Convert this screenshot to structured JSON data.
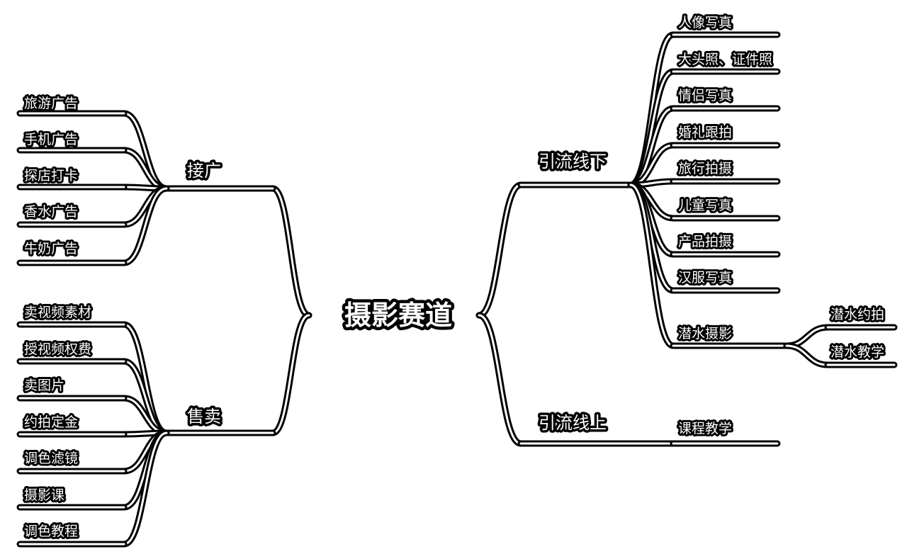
{
  "root": {
    "text": "摄影赛道"
  },
  "branches": [
    {
      "id": "jieguang",
      "text": "接广",
      "side": "left",
      "children": [
        {
          "text": "旅游广告"
        },
        {
          "text": "手机广告"
        },
        {
          "text": "探店打卡"
        },
        {
          "text": "香水广告"
        },
        {
          "text": "牛奶广告"
        }
      ]
    },
    {
      "id": "shoumai",
      "text": "售卖",
      "side": "left",
      "children": [
        {
          "text": "卖视频素材"
        },
        {
          "text": "授视频权费"
        },
        {
          "text": "卖图片"
        },
        {
          "text": "约拍定金"
        },
        {
          "text": "调色滤镜"
        },
        {
          "text": "摄影课"
        },
        {
          "text": "调色教程"
        }
      ]
    },
    {
      "id": "xianxia",
      "text": "引流线下",
      "side": "right",
      "children": [
        {
          "text": "人像写真"
        },
        {
          "text": "大头照、证件照"
        },
        {
          "text": "情侣写真"
        },
        {
          "text": "婚礼跟拍"
        },
        {
          "text": "旅行拍摄"
        },
        {
          "text": "儿童写真"
        },
        {
          "text": "产品拍摄"
        },
        {
          "text": "汉服写真"
        },
        {
          "text": "潜水摄影",
          "children": [
            {
              "text": "潜水约拍"
            },
            {
              "text": "潜水教学"
            }
          ]
        }
      ]
    },
    {
      "id": "xianshang",
      "text": "引流线上",
      "side": "right",
      "children": [
        {
          "text": "课程教学"
        }
      ]
    }
  ]
}
